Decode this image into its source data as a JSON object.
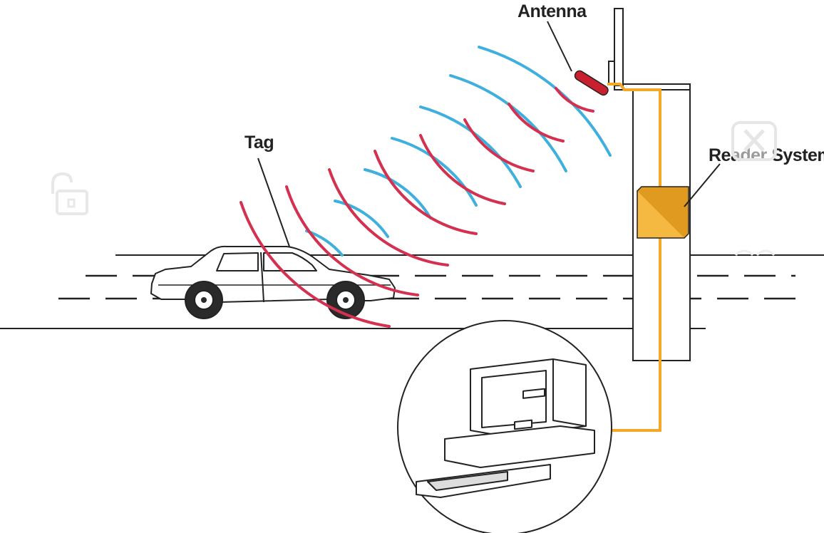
{
  "diagram": {
    "labels": {
      "antenna": "Antenna",
      "tag": "Tag",
      "reader_system": "Reader System"
    },
    "colors": {
      "signal_outgoing": "#3fb0dd",
      "signal_return": "#d4304f",
      "cable": "#f3a927",
      "reader_box": "#f5b840",
      "antenna": "#c8202e",
      "line": "#222222"
    }
  },
  "overlay": {
    "unlock_icon": "unlock-icon",
    "close_icon": "close-icon"
  }
}
